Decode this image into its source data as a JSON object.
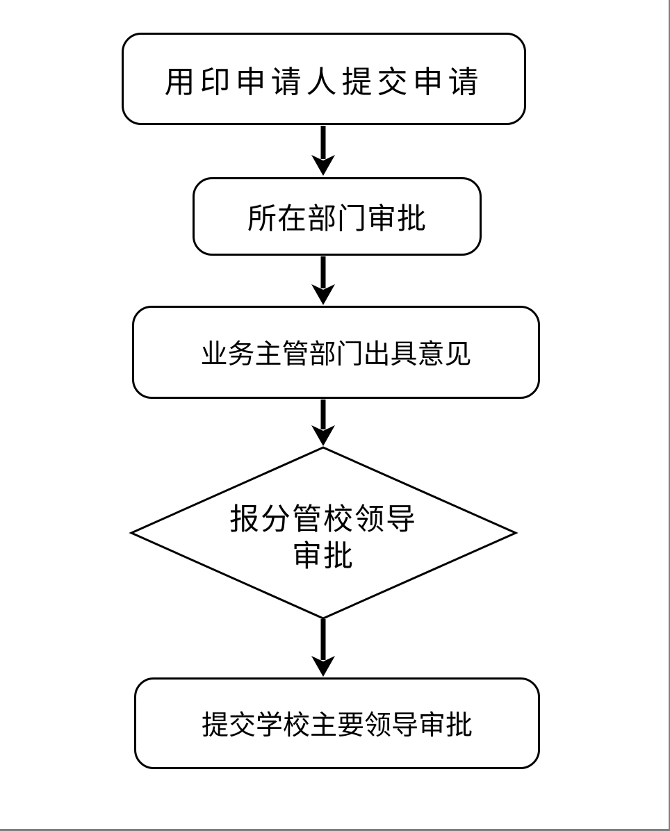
{
  "colors": {
    "stroke": "#000000",
    "node-fill": "#ffffff",
    "page-bg": "#ffffff",
    "edge-line": "#7f7f7f",
    "text": "#000000"
  },
  "flowchart": {
    "title": "",
    "nodes": [
      {
        "id": "submit-application",
        "type": "rounded-rect",
        "label": "用印申请人提交申请"
      },
      {
        "id": "department-approval",
        "type": "rounded-rect",
        "label": "所在部门审批"
      },
      {
        "id": "business-dept-opinion",
        "type": "rounded-rect",
        "label": "业务主管部门出具意见"
      },
      {
        "id": "vice-leader-approval",
        "type": "diamond",
        "label_lines": [
          "报分管校领导",
          "审批"
        ]
      },
      {
        "id": "main-leader-approval",
        "type": "rounded-rect",
        "label": "提交学校主要领导审批"
      }
    ],
    "connectors": [
      {
        "from": "submit-application",
        "to": "department-approval",
        "direction": "down",
        "style": "solid-arrow"
      },
      {
        "from": "department-approval",
        "to": "business-dept-opinion",
        "direction": "down",
        "style": "solid-arrow"
      },
      {
        "from": "business-dept-opinion",
        "to": "vice-leader-approval",
        "direction": "down",
        "style": "solid-arrow"
      },
      {
        "from": "vice-leader-approval",
        "to": "main-leader-approval",
        "direction": "down",
        "style": "solid-arrow"
      }
    ]
  }
}
